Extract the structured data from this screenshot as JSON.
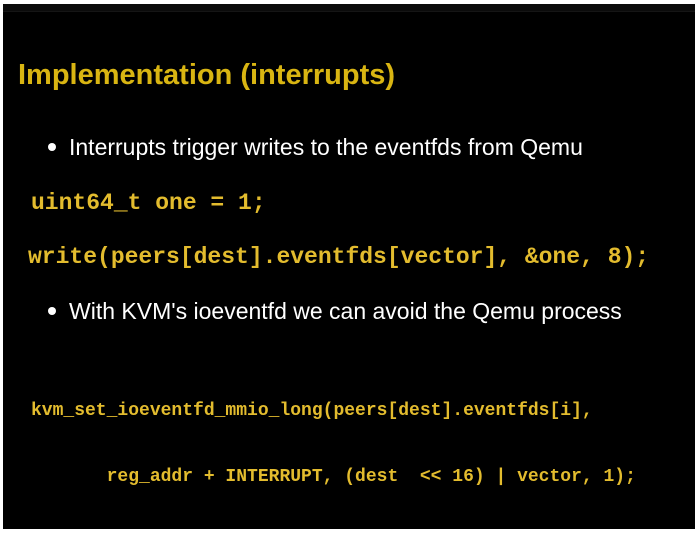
{
  "slide": {
    "title": "Implementation (interrupts)",
    "bullets": [
      {
        "label": "Interrupts trigger writes to the eventfds from Qemu"
      },
      {
        "label": "With KVM's ioeventfd we can avoid the Qemu process"
      }
    ],
    "code_blocks": [
      {
        "lines": [
          "uint64_t one = 1;"
        ]
      },
      {
        "lines": [
          "write(peers[dest].eventfds[vector], &one, 8);"
        ]
      },
      {
        "lines": [
          "kvm_set_ioeventfd_mmio_long(peers[dest].eventfds[i],",
          "       reg_addr + INTERRUPT, (dest  << 16) | vector, 1);"
        ]
      }
    ],
    "colors": {
      "page_margin": "#ffffff",
      "slide_background": "#000000",
      "title": "#d9b512",
      "code": "#e3bc2e",
      "body_text": "#ffffff"
    }
  }
}
